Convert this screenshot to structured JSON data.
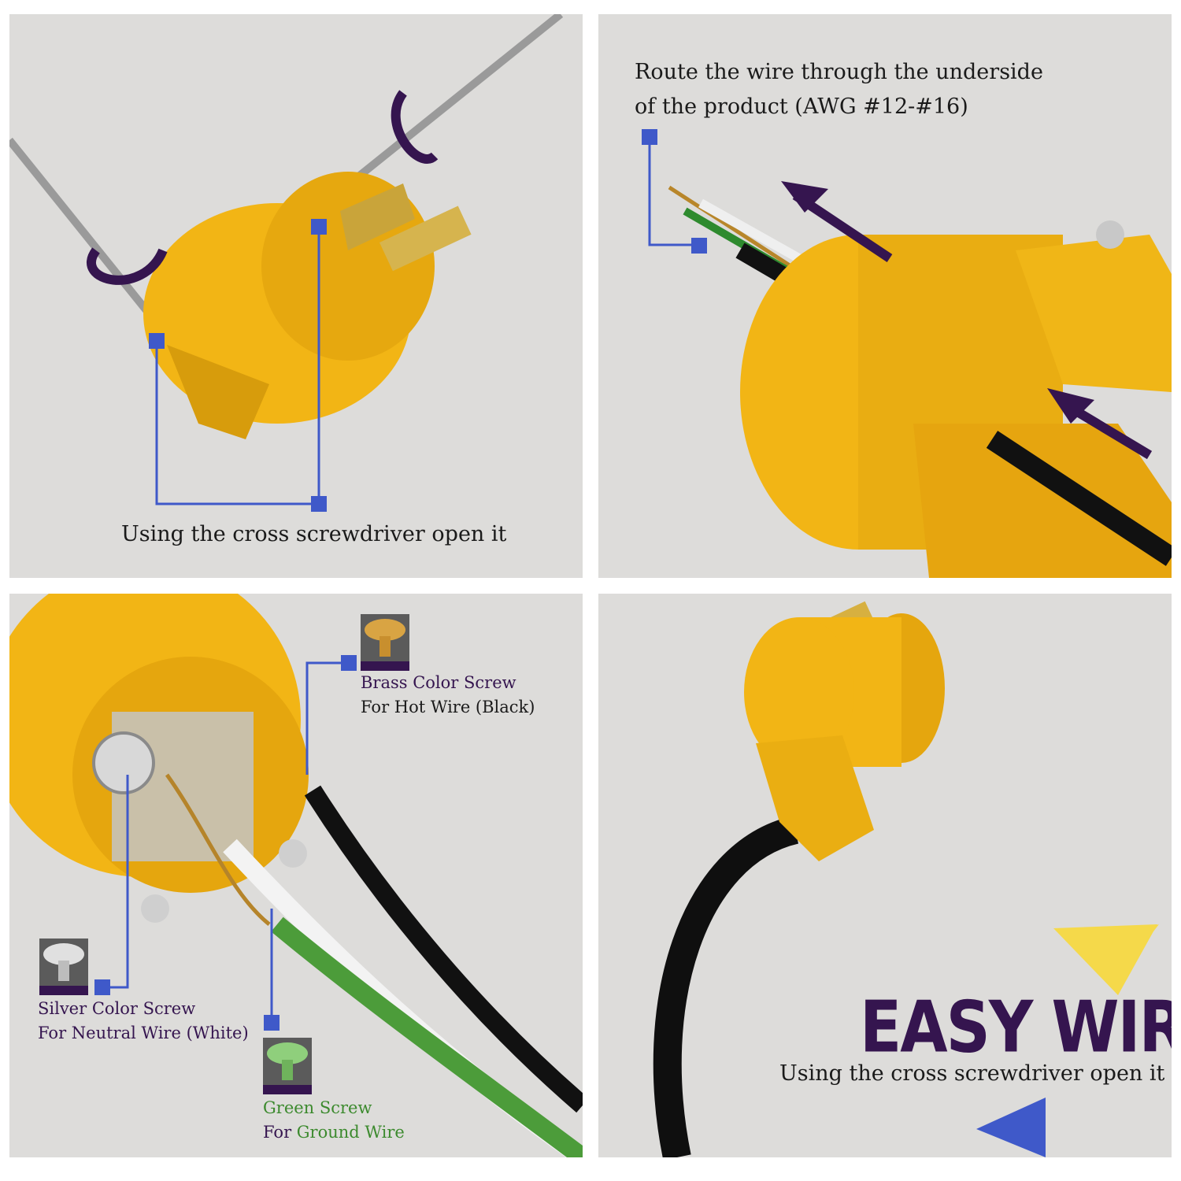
{
  "colors": {
    "panel_bg": "#dddcda",
    "plug_yellow": "#f2b515",
    "accent_purple": "#35154f",
    "marker_blue": "#3f59c9",
    "ground_green": "#3c8a2e",
    "triangle_yellow": "#f5d94a"
  },
  "panel1": {
    "caption": "Using the cross screwdriver open it"
  },
  "panel2": {
    "caption_line1": "Route the wire through the underside",
    "caption_line2": "of the product (AWG #12-#16)"
  },
  "panel3": {
    "brass": {
      "line1": "Brass Color Screw",
      "line2": "For Hot Wire (Black)"
    },
    "silver": {
      "line1": "Silver Color Screw",
      "line2": "For  Neutral Wire (White)"
    },
    "green": {
      "line1": "Green Screw",
      "line2_prefix": "For ",
      "line2_highlight": "Ground Wire"
    }
  },
  "panel4": {
    "title": "EASY WIRING",
    "subtitle": "Using the cross screwdriver open it"
  },
  "icons": [
    "screwdriver-icon",
    "rotate-arrow-icon",
    "route-arrow-icon",
    "brass-screw-icon",
    "silver-screw-icon",
    "green-screw-icon"
  ]
}
